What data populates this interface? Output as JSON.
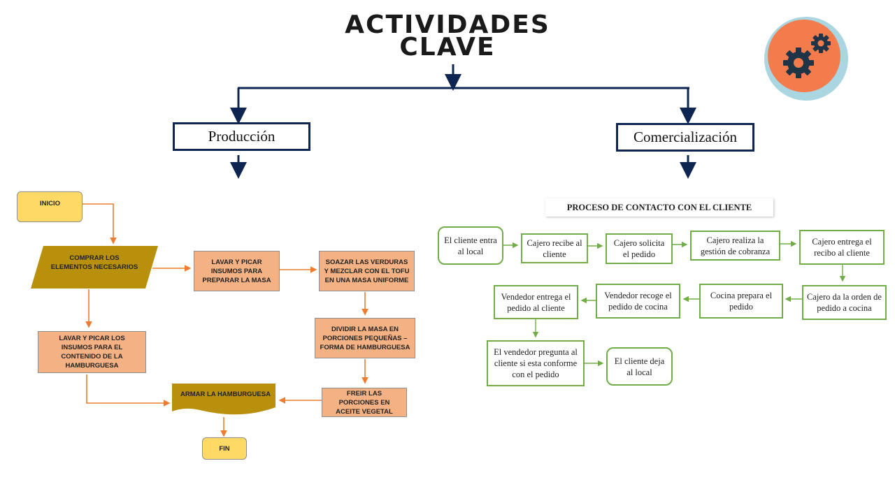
{
  "title": {
    "line1": "ACTIVIDADES",
    "line2": "CLAVE"
  },
  "icon": "gears-icon",
  "branches": {
    "left": "Producción",
    "right": "Comercialización"
  },
  "production": {
    "inicio": "INICIO",
    "comprar": "COMPRAR LOS ELEMENTOS NECESARIOS",
    "lavar_masa": "LAVAR Y PICAR INSUMOS PARA PREPARAR LA MASA",
    "soazar": "SOAZAR LAS VERDURAS Y MEZCLAR CON EL TOFU EN UNA MASA UNIFORME",
    "dividir": "DIVIDIR LA MASA EN PORCIONES PEQUEÑAS – FORMA DE HAMBURGUESA",
    "lavar_contenido": "LAVAR Y PICAR LOS INSUMOS PARA EL CONTENIDO DE LA HAMBURGUESA",
    "freir": "FREIR LAS PORCIONES EN ACEITE VEGETAL",
    "armar": "ARMAR LA HAMBURGUESA",
    "fin": "FIN"
  },
  "commerce": {
    "process_title": "PROCESO DE CONTACTO CON EL CLIENTE",
    "steps": {
      "entra": "El cliente entra al local",
      "recibe": "Cajero recibe al cliente",
      "solicita": "Cajero solicita el pedido",
      "cobranza": "Cajero realiza la gestión de cobranza",
      "recibo": "Cajero entrega el recibo al cliente",
      "orden": "Cajero da la orden de pedido a cocina",
      "cocina": "Cocina prepara el pedido",
      "recoge": "Vendedor recoge el pedido de cocina",
      "entrega": "Vendedor entrega el pedido al cliente",
      "pregunta": "El vendedor pregunta al cliente si esta conforme con el pedido",
      "deja": "El cliente deja al local"
    }
  },
  "colors": {
    "navy": "#0d2550",
    "orange_line": "#ed7d31",
    "green_line": "#70ad47",
    "peach": "#f4b183",
    "yellow": "#ffd966",
    "gold": "#b8900c",
    "icon_orange": "#f47c4c",
    "icon_ring": "#a9d6e0"
  }
}
